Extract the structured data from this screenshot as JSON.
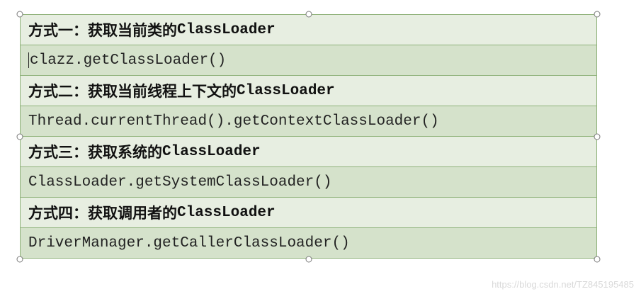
{
  "table": {
    "rows": [
      {
        "kind": "heading",
        "text": "方式一：获取当前类的",
        "mono": "ClassLoader"
      },
      {
        "kind": "code",
        "text": "clazz.getClassLoader()"
      },
      {
        "kind": "heading",
        "text": "方式二：获取当前线程上下文的",
        "mono": "ClassLoader"
      },
      {
        "kind": "code",
        "text": "Thread.currentThread().getContextClassLoader()"
      },
      {
        "kind": "heading",
        "text": "方式三：获取系统的",
        "mono": "ClassLoader"
      },
      {
        "kind": "code",
        "text": "ClassLoader.getSystemClassLoader()"
      },
      {
        "kind": "heading",
        "text": "方式四：获取调用者的",
        "mono": "ClassLoader"
      },
      {
        "kind": "code",
        "text": "DriverManager.getCallerClassLoader()"
      }
    ]
  },
  "colors": {
    "heading_bg": "#e7eee1",
    "code_bg": "#d5e2cb",
    "border": "#8fb27a"
  },
  "watermark": "https://blog.csdn.net/TZ845195485"
}
